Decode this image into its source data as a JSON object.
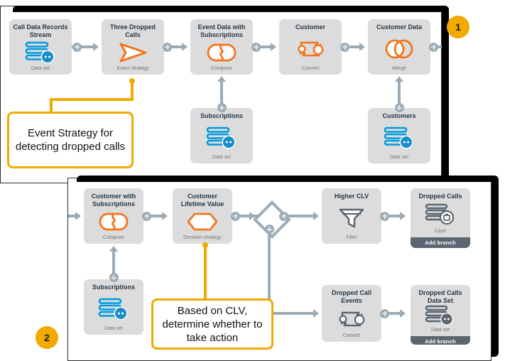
{
  "diagram": {
    "title": "Dropped calls event and decision strategy flow",
    "colors": {
      "accent_orange": "#f2a900",
      "node_icon_orange": "#f4751f",
      "node_icon_blue": "#009ade",
      "node_icon_grey": "#5c6670",
      "node_fill": "#dcdcdc",
      "connector": "#9bacb6",
      "title_text": "#253746",
      "sub_text": "#6f7579",
      "add_branch_bar": "#5c6670",
      "panel_border": "#2b2b2b"
    }
  },
  "panels": [
    {
      "badge": "1",
      "nodes": [
        {
          "title": "Call Data Records Stream",
          "sub": "Data set",
          "icon": "data-set-icon",
          "add_branch": null
        },
        {
          "title": "Three Dropped Calls",
          "sub": "Event strategy",
          "icon": "event-strategy-icon",
          "add_branch": null
        },
        {
          "title": "Event Data with Subscriptions",
          "sub": "Compose",
          "icon": "compose-icon",
          "add_branch": null
        },
        {
          "title": "Customer",
          "sub": "Convert",
          "icon": "convert-icon",
          "add_branch": null
        },
        {
          "title": "Customer Data",
          "sub": "Merge",
          "icon": "merge-icon",
          "add_branch": null
        },
        {
          "title": "Subscriptions",
          "sub": "Data set",
          "icon": "data-set-icon",
          "add_branch": null
        },
        {
          "title": "Customers",
          "sub": "Data set",
          "icon": "data-set-icon",
          "add_branch": null
        }
      ],
      "callout": {
        "text": "Event Strategy for detecting dropped calls"
      }
    },
    {
      "badge": "2",
      "nodes": [
        {
          "title": "Customer with Subscriptions",
          "sub": "Compose",
          "icon": "compose-icon",
          "add_branch": null
        },
        {
          "title": "Customer Lifetime Value",
          "sub": "Decision strategy",
          "icon": "decision-icon",
          "add_branch": null
        },
        {
          "title": "Higher CLV",
          "sub": "Filter",
          "icon": "filter-icon",
          "add_branch": null
        },
        {
          "title": "Dropped Calls",
          "sub": "Case",
          "icon": "case-data-icon",
          "add_branch": "Add branch"
        },
        {
          "title": "Dropped Call Events",
          "sub": "Convert",
          "icon": "convert-grey-icon",
          "add_branch": null
        },
        {
          "title": "Dropped Calls Data Set",
          "sub": "Data set",
          "icon": "data-set-grey-icon",
          "add_branch": "Add branch"
        },
        {
          "title": "Subscriptions",
          "sub": "Data set",
          "icon": "data-set-icon",
          "add_branch": null
        }
      ],
      "decision_node": {
        "shape": "diamond",
        "label": ""
      },
      "callout": {
        "text": "Based on CLV, determine whether to take action"
      }
    }
  ]
}
